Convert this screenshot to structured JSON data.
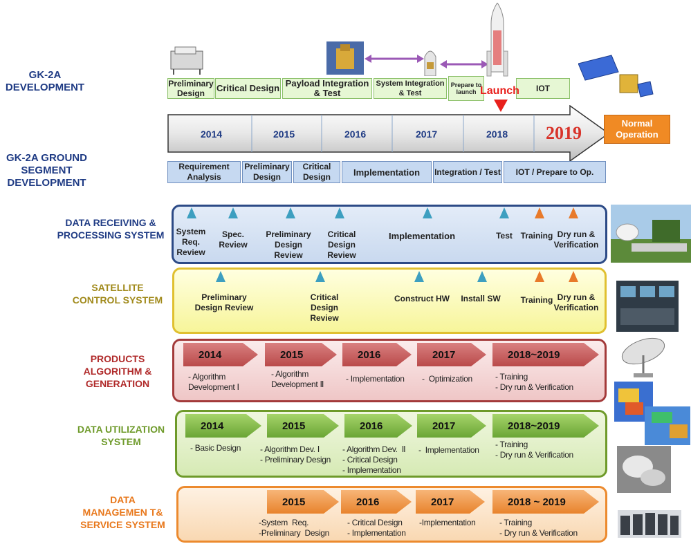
{
  "colors": {
    "blue_label": "#1f3b84",
    "yellow_label": "#a0891a",
    "red_label": "#b02a2a",
    "green_label": "#6e9a2a",
    "orange_label": "#e8781c",
    "launch_red": "#e8201c",
    "teal_marker": "#3d9fc0",
    "orange_marker": "#e87a2a"
  },
  "development": {
    "label": "GK-2A DEVELOPMENT",
    "milestones": [
      "Preliminary Design",
      "Critical Design",
      "Payload Integration & Test",
      "System Integration & Test",
      "Prepare to launch",
      "IOT"
    ],
    "launch": "Launch"
  },
  "timeline": {
    "years": [
      "2014",
      "2015",
      "2016",
      "2017",
      "2018"
    ],
    "final_year": "2019",
    "end_box": "Normal Operation"
  },
  "ground": {
    "label": "GK-2A GROUND SEGMENT DEVELOPMENT",
    "phases": [
      "Requirement Analysis",
      "Preliminary Design",
      "Critical Design",
      "Implementation",
      "Integration / Test",
      "IOT / Prepare  to Op."
    ]
  },
  "receiving": {
    "label": "DATA RECEIVING & PROCESSING SYSTEM",
    "items": [
      "System Req. Review",
      "Spec. Review",
      "Preliminary Design Review",
      "Critical Design Review",
      "Implementation",
      "Test",
      "Training",
      "Dry run & Verification"
    ]
  },
  "control": {
    "label": "SATELLITE CONTROL SYSTEM",
    "items": [
      "Preliminary Design Review",
      "Critical Design Review",
      "Construct  HW",
      "Install SW",
      "Training",
      "Dry run & Verification"
    ]
  },
  "products": {
    "label": "PRODUCTS ALGORITHM & GENERATION",
    "years": [
      "2014",
      "2015",
      "2016",
      "2017",
      "2018~2019"
    ],
    "notes": [
      "- Algorithm\nDevelopment Ⅰ",
      "- Algorithm\nDevelopment Ⅱ",
      "- Implementation",
      "-  Optimization",
      "- Training\n- Dry run & Verification"
    ]
  },
  "utilization": {
    "label": "DATA UTILIZATION SYSTEM",
    "years": [
      "2014",
      "2015",
      "2016",
      "2017",
      "2018~2019"
    ],
    "notes": [
      "- Basic Design",
      "- Algorithm Dev. Ⅰ\n- Preliminary Design",
      "- Algorithm Dev.  Ⅱ\n- Critical Design\n- Implementation",
      "-  Implementation",
      "- Training\n- Dry run & Verification"
    ]
  },
  "management": {
    "label": "DATA MANAGEMEN T& SERVICE SYSTEM",
    "years": [
      "2015",
      "2016",
      "2017",
      "2018 ~ 2019"
    ],
    "notes": [
      "-System  Req.\n-Preliminary  Design",
      "- Critical Design\n- Implementation",
      "-Implementation",
      "- Training\n- Dry run & Verification"
    ]
  }
}
